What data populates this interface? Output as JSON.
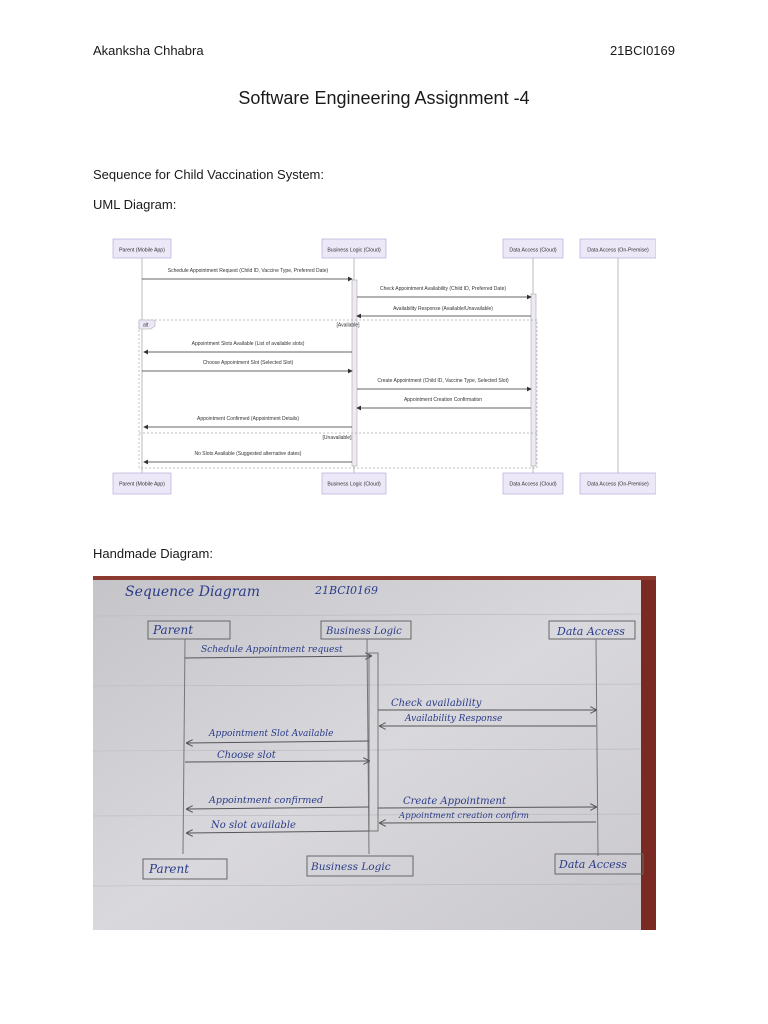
{
  "header": {
    "author": "Akanksha Chhabra",
    "student_id": "21BCI0169"
  },
  "title": "Software Engineering Assignment -4",
  "sections": {
    "sequence_heading": "Sequence for Child Vaccination System:",
    "uml_heading": "UML Diagram:",
    "handmade_heading": "Handmade Diagram:"
  },
  "uml": {
    "participants": [
      "Parent (Mobile App)",
      "Business Logic (Cloud)",
      "Data Access (Cloud)",
      "Data Access (On-Premise)"
    ],
    "messages": [
      "Schedule Appointment Request (Child ID, Vaccine Type, Preferred Date)",
      "Check Appointment Availability (Child ID, Preferred Date)",
      "Availability Response (Available/Unavailable)",
      "Appointment Slots Available (List of available slots)",
      "Choose Appointment Slot (Selected Slot)",
      "Create Appointment (Child ID, Vaccine Type, Selected Slot)",
      "Appointment Creation Confirmation",
      "Appointment Confirmed (Appointment Details)",
      "No Slots Available (Suggested alternative dates)"
    ],
    "alt_label": "alt",
    "alt_guard_available": "[Available]",
    "alt_guard_unavailable": "[Unavailable]"
  },
  "handmade": {
    "title": "Sequence Diagram",
    "id": "21BCI0169",
    "participants": [
      "Parent",
      "Business Logic",
      "Data Access"
    ],
    "messages": [
      "Schedule Appointment request",
      "Check availability",
      "Availability Response",
      "Appointment Slot Available",
      "Choose slot",
      "Appointment confirmed",
      "Create Appointment",
      "Appointment creation confirm",
      "No slot available"
    ]
  }
}
